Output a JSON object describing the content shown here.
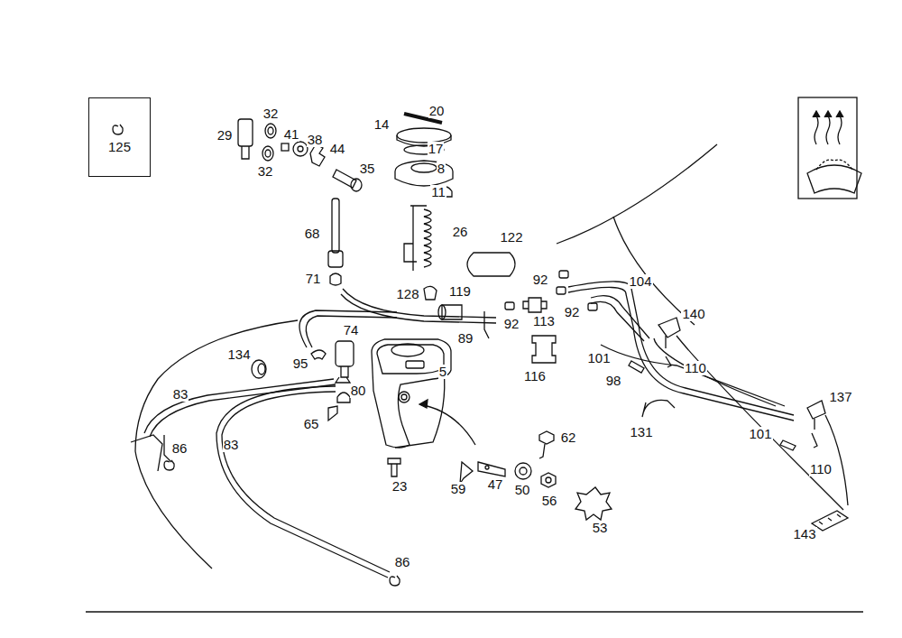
{
  "diagram": {
    "nodes": [
      {
        "text": [
          "125"
        ]
      }
    ],
    "labels": [
      "20",
      "32",
      "14",
      "29",
      "41",
      "38",
      "17",
      "44",
      "32",
      "35",
      "8",
      "11",
      "26",
      "68",
      "122",
      "92",
      "104",
      "71",
      "128",
      "119",
      "92",
      "113",
      "92",
      "140",
      "74",
      "89",
      "134",
      "95",
      "5",
      "101",
      "110",
      "116",
      "98",
      "83",
      "80",
      "137",
      "65",
      "131",
      "101",
      "62",
      "86",
      "83",
      "110",
      "47",
      "59",
      "50",
      "23",
      "56",
      "53",
      "143",
      "86"
    ]
  }
}
